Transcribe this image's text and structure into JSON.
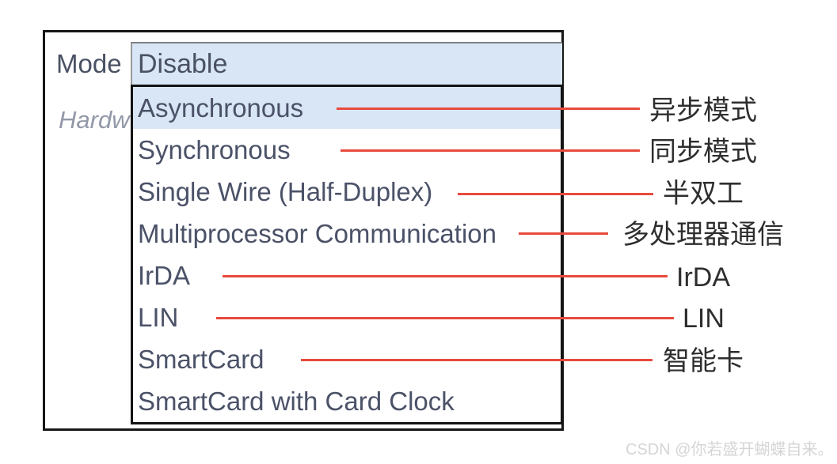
{
  "window": {
    "mode_label": "Mode",
    "hardware_label_partial": "Hardw",
    "mode_select": {
      "selected_value": "Disable",
      "highlighted_option": "Asynchronous",
      "options": [
        "Asynchronous",
        "Synchronous",
        "Single Wire (Half-Duplex)",
        "Multiprocessor Communication",
        "IrDA",
        "LIN",
        "SmartCard",
        "SmartCard with Card Clock"
      ]
    }
  },
  "annotations": [
    {
      "for_option": "Asynchronous",
      "text": "异步模式"
    },
    {
      "for_option": "Synchronous",
      "text": "同步模式"
    },
    {
      "for_option": "Single Wire (Half-Duplex)",
      "text": "半双工"
    },
    {
      "for_option": "Multiprocessor Communication",
      "text": "多处理器通信"
    },
    {
      "for_option": "IrDA",
      "text": "IrDA"
    },
    {
      "for_option": "LIN",
      "text": "LIN"
    },
    {
      "for_option": "SmartCard",
      "text": "智能卡"
    }
  ],
  "watermark": "CSDN @你若盛开蝴蝶自来。",
  "colors": {
    "highlight_blue": "#d8e6f5",
    "connector_red": "#e84a3d",
    "item_text": "#4b5268",
    "border_black": "#171717"
  }
}
